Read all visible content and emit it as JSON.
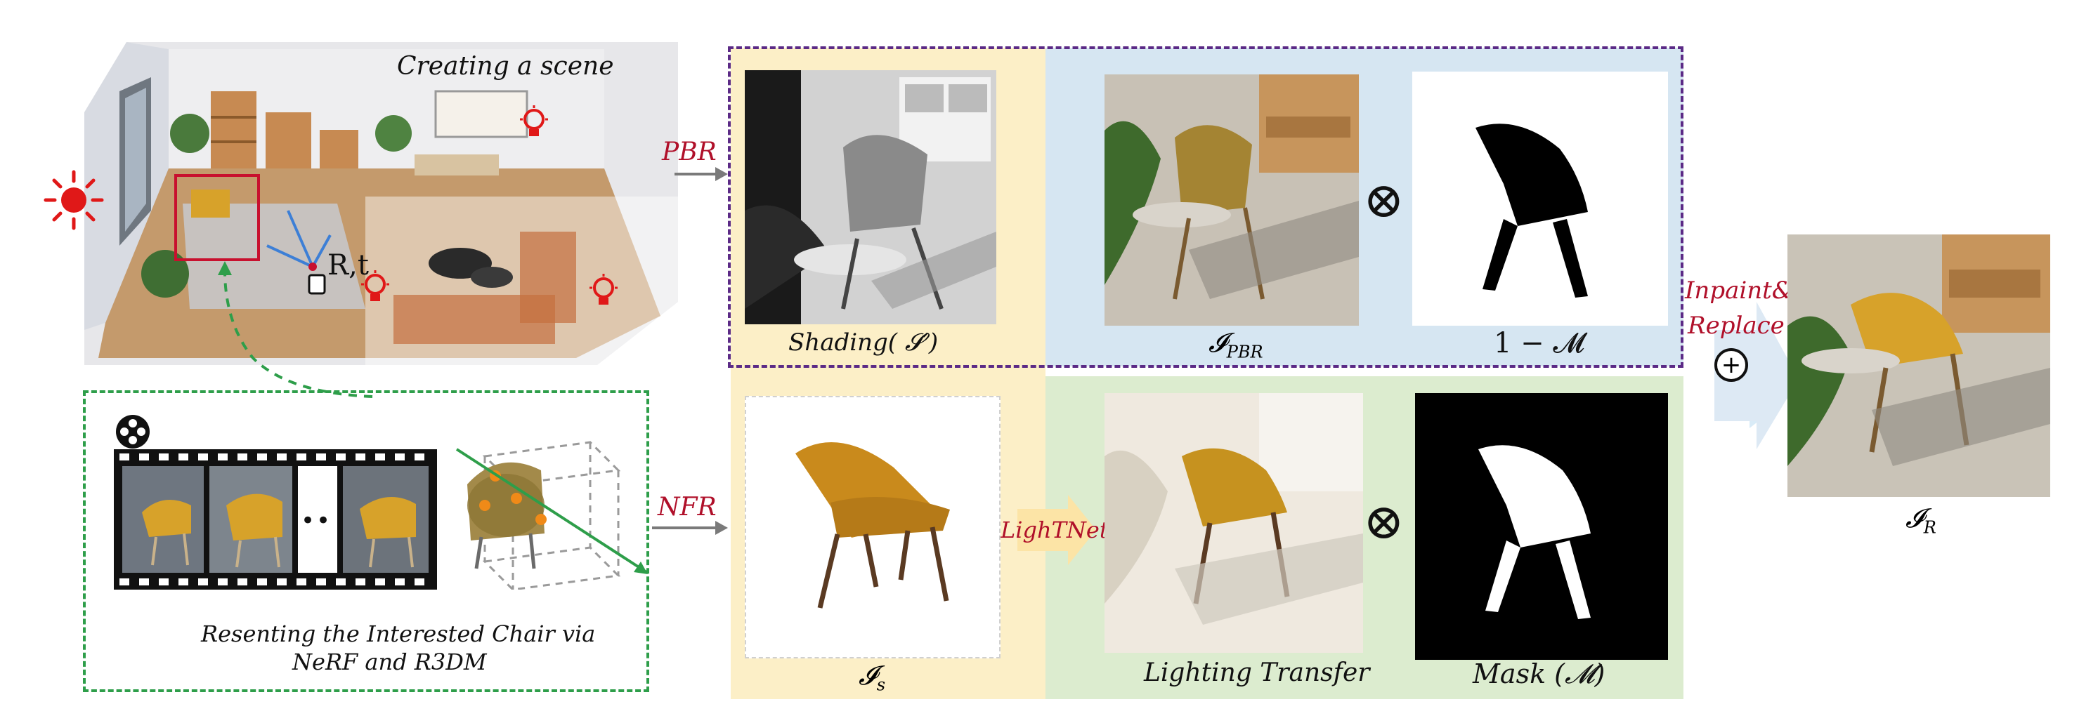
{
  "scene": {
    "title": "Creating a scene",
    "pose_label": "R,t"
  },
  "capture": {
    "caption_line1": "Resenting the Interested Chair via",
    "caption_line2": "NeRF and R3DM",
    "film_gap": "••"
  },
  "arrows": {
    "pbr": "PBR",
    "nfr": "NFR",
    "lightnet": "LighTNet",
    "inpaint_line1": "Inpaint&",
    "inpaint_line2": "Replace",
    "add_symbol": "+",
    "times_symbol": "⊗"
  },
  "panels": {
    "shading": "Shading( 𝓢′)",
    "i_pbr_base": "𝓘",
    "i_pbr_sub": "PBR",
    "one_minus_m": "1 − 𝓜",
    "i_s_base": "𝓘",
    "i_s_sub": "s",
    "lighting_transfer": "Lighting Transfer",
    "mask": "Mask (𝓜)",
    "i_r_base": "𝓘",
    "i_r_sub": "R"
  },
  "colors": {
    "yellow_bg": "#fcefc7",
    "blue_bg": "#d6e6f2",
    "green_bg": "#dceccf",
    "purple_dash": "#5b2a86",
    "green_dash": "#2e9e4a",
    "red_accent": "#b0102a",
    "chair": "#d7a22a"
  }
}
